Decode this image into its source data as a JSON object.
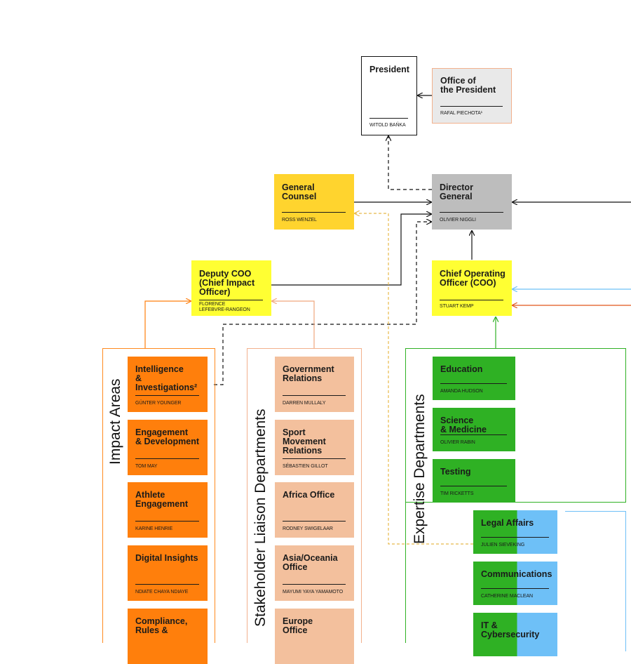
{
  "colors": {
    "orange": "#ff7f0c",
    "peach": "#f3c09d",
    "green": "#2fb124",
    "blue": "#6ec0f7",
    "yellow": "#ffd42e",
    "gray": "#bdbdbd",
    "lightgray": "#e9e9e9",
    "orange_frame": "#ff8a1e",
    "peach_frame": "#f2b08c",
    "green_frame": "#2fb124",
    "blue_frame": "#6ec0f7"
  },
  "top": {
    "president": {
      "title": "President",
      "name": "WITOLD BAŃKA"
    },
    "office": {
      "title": "Office of\nthe President",
      "name": "RAFAL PIECHOTA¹"
    },
    "counsel": {
      "title": "General\nCounsel",
      "name": "ROSS WENZEL"
    },
    "dg": {
      "title": "Director\nGeneral",
      "name": "OLIVIER NIGGLI"
    },
    "deputy": {
      "title": "Deputy COO\n(Chief Impact\nOfficer)",
      "name": "FLORENCE\nLEFEBVRE-RANGEON"
    },
    "coo": {
      "title": "Chief Operating\nOfficer (COO)",
      "name": "STUART KEMP"
    }
  },
  "groups": {
    "impact": "Impact Areas",
    "stakeholder": "Stakeholder Liaison Departments",
    "expertise": "Expertise Departments"
  },
  "impact": [
    {
      "title": "Intelligence\n& Investigations²",
      "name": "GÜNTER YOUNGER"
    },
    {
      "title": "Engagement\n& Development",
      "name": "TOM MAY"
    },
    {
      "title": "Athlete\nEngagement",
      "name": "KARINE HENRIE"
    },
    {
      "title": "Digital Insights",
      "name": "NDIATE CHAYA NDIAYE"
    },
    {
      "title": "Compliance,\nRules &",
      "name": ""
    }
  ],
  "stakeholder": [
    {
      "title": "Government\nRelations",
      "name": "DARREN MULLALY"
    },
    {
      "title": "Sport Movement\nRelations",
      "name": "SÉBASTIEN GILLOT"
    },
    {
      "title": "Africa Office",
      "name": "RODNEY SWIGELAAR"
    },
    {
      "title": "Asia/Oceania\nOffice",
      "name": "MAYUMI YAYA YAMAMOTO"
    },
    {
      "title": "Europe\nOffice",
      "name": ""
    }
  ],
  "expertise": [
    {
      "title": "Education",
      "name": "AMANDA HUDSON"
    },
    {
      "title": "Science\n& Medicine",
      "name": "OLIVIER RABIN"
    },
    {
      "title": "Testing",
      "name": "TIM RICKETTS"
    }
  ],
  "support": [
    {
      "title": "Legal Affairs",
      "name": "JULIEN SIEVEKING"
    },
    {
      "title": "Communications",
      "name": "CATHERINE MACLEAN"
    },
    {
      "title": "IT & Cybersecurity",
      "name": ""
    }
  ]
}
